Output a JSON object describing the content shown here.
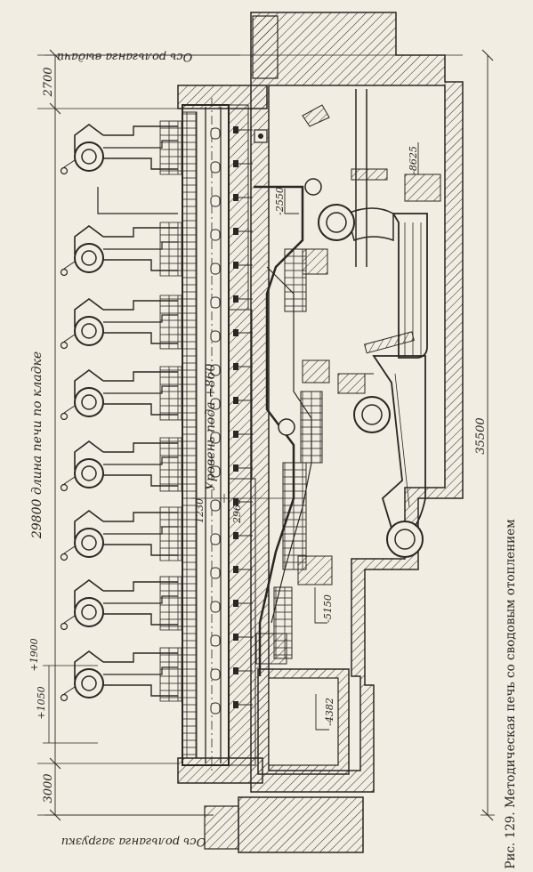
{
  "caption": "Рис. 129. Методическая печь со сводовым отоплением",
  "labels": {
    "discharge_axis": "Ось рольганга выдачи",
    "loading_axis": "Ось рольганга загрузки",
    "furnace_length": "29800 длина печи по кладке",
    "hearth_level": "Уровень пода +860",
    "dim_2700": "2700",
    "dim_3000": "3000",
    "dim_35500": "35500",
    "dim_1230": "1230",
    "dim_2966": "2966",
    "dim_p1900": "+1900",
    "dim_p1050": "+1050",
    "elev_m8625": "-8625",
    "elev_m2550": "-2550",
    "elev_m5150": "-5150",
    "elev_m4382": "-4382"
  }
}
